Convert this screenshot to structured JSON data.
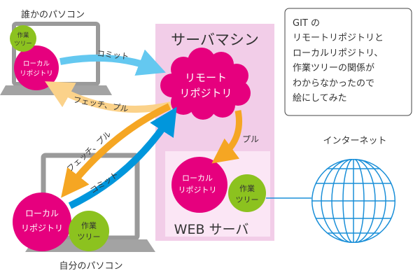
{
  "someone_pc": {
    "title": "誰かのパソコン",
    "working_tree": [
      "作業",
      "ツリー"
    ],
    "local_repo": [
      "ローカル",
      "リポジトリ"
    ]
  },
  "my_pc": {
    "title": "自分のパソコン",
    "working_tree": [
      "作業",
      "ツリー"
    ],
    "local_repo": [
      "ローカル",
      "リポジトリ"
    ]
  },
  "server": {
    "title": "サーバマシン",
    "remote_repo": [
      "リモート",
      "リポジトリ"
    ],
    "web_server": {
      "title": "WEB サーバ",
      "local_repo": [
        "ローカル",
        "リポジトリ"
      ],
      "working_tree": [
        "作業",
        "ツリー"
      ]
    }
  },
  "internet": {
    "label": "インターネット"
  },
  "arrows": {
    "commit_top": "コミット",
    "fetch_pull_top": "フェッチ、プル",
    "fetch_pull_mid": "フェッチ、プル",
    "commit_bottom": "コミット",
    "pull_server": "プル"
  },
  "note": {
    "lines": [
      "GIT の",
      "リモートリポジトリと",
      "ローカルリポジトリ、",
      "作業ツリーの関係が",
      "わからなかったので",
      "絵にしてみた"
    ]
  },
  "colors": {
    "server_box": "#f2cde8",
    "web_box": "#fbe6f5",
    "repo_magenta": "#e6007e",
    "working_tree_green": "#8cc21f",
    "arrow_blue": "#0096dc",
    "arrow_light_blue": "#64c8f0",
    "arrow_orange": "#f5a623",
    "arrow_light_orange": "#fbd28a",
    "globe": "#1a8fd8"
  }
}
